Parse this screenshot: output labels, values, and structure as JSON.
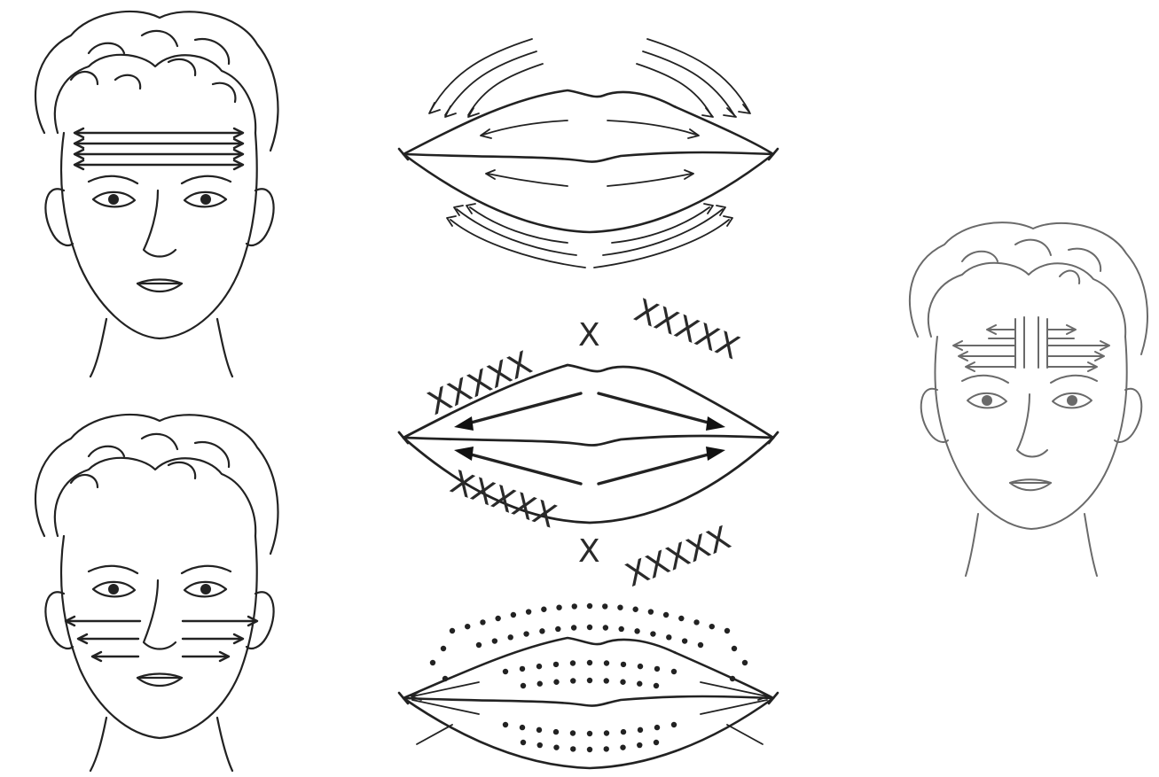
{
  "figure": {
    "panels": [
      {
        "id": "forehead",
        "technique": "horizontal strokes across forehead",
        "icon": "double-arrow-icon",
        "rows": 4
      },
      {
        "id": "cheeks",
        "technique": "horizontal strokes across cheeks",
        "icon": "double-arrow-icon",
        "rows": 3
      },
      {
        "id": "lips-stroking",
        "technique": "stroking along lip contour",
        "icon": "arrow-icon"
      },
      {
        "id": "lips-pinching",
        "technique": "pinching around lips",
        "icon": "x-mark-icon",
        "upper_marks": [
          "XXXXX",
          "X",
          "XXXXX"
        ],
        "lower_marks": [
          "XXXXX",
          "X",
          "XXXXX"
        ]
      },
      {
        "id": "lips-tapping",
        "technique": "dotted tapping around lips",
        "icon": "dot-icon"
      },
      {
        "id": "brow",
        "technique": "vertical and horizontal strokes between brows",
        "icon": "double-arrow-icon",
        "faded": true
      }
    ],
    "colors": {
      "ink": "#222222",
      "faded_ink": "#6a6a6a",
      "background": "#ffffff"
    }
  }
}
